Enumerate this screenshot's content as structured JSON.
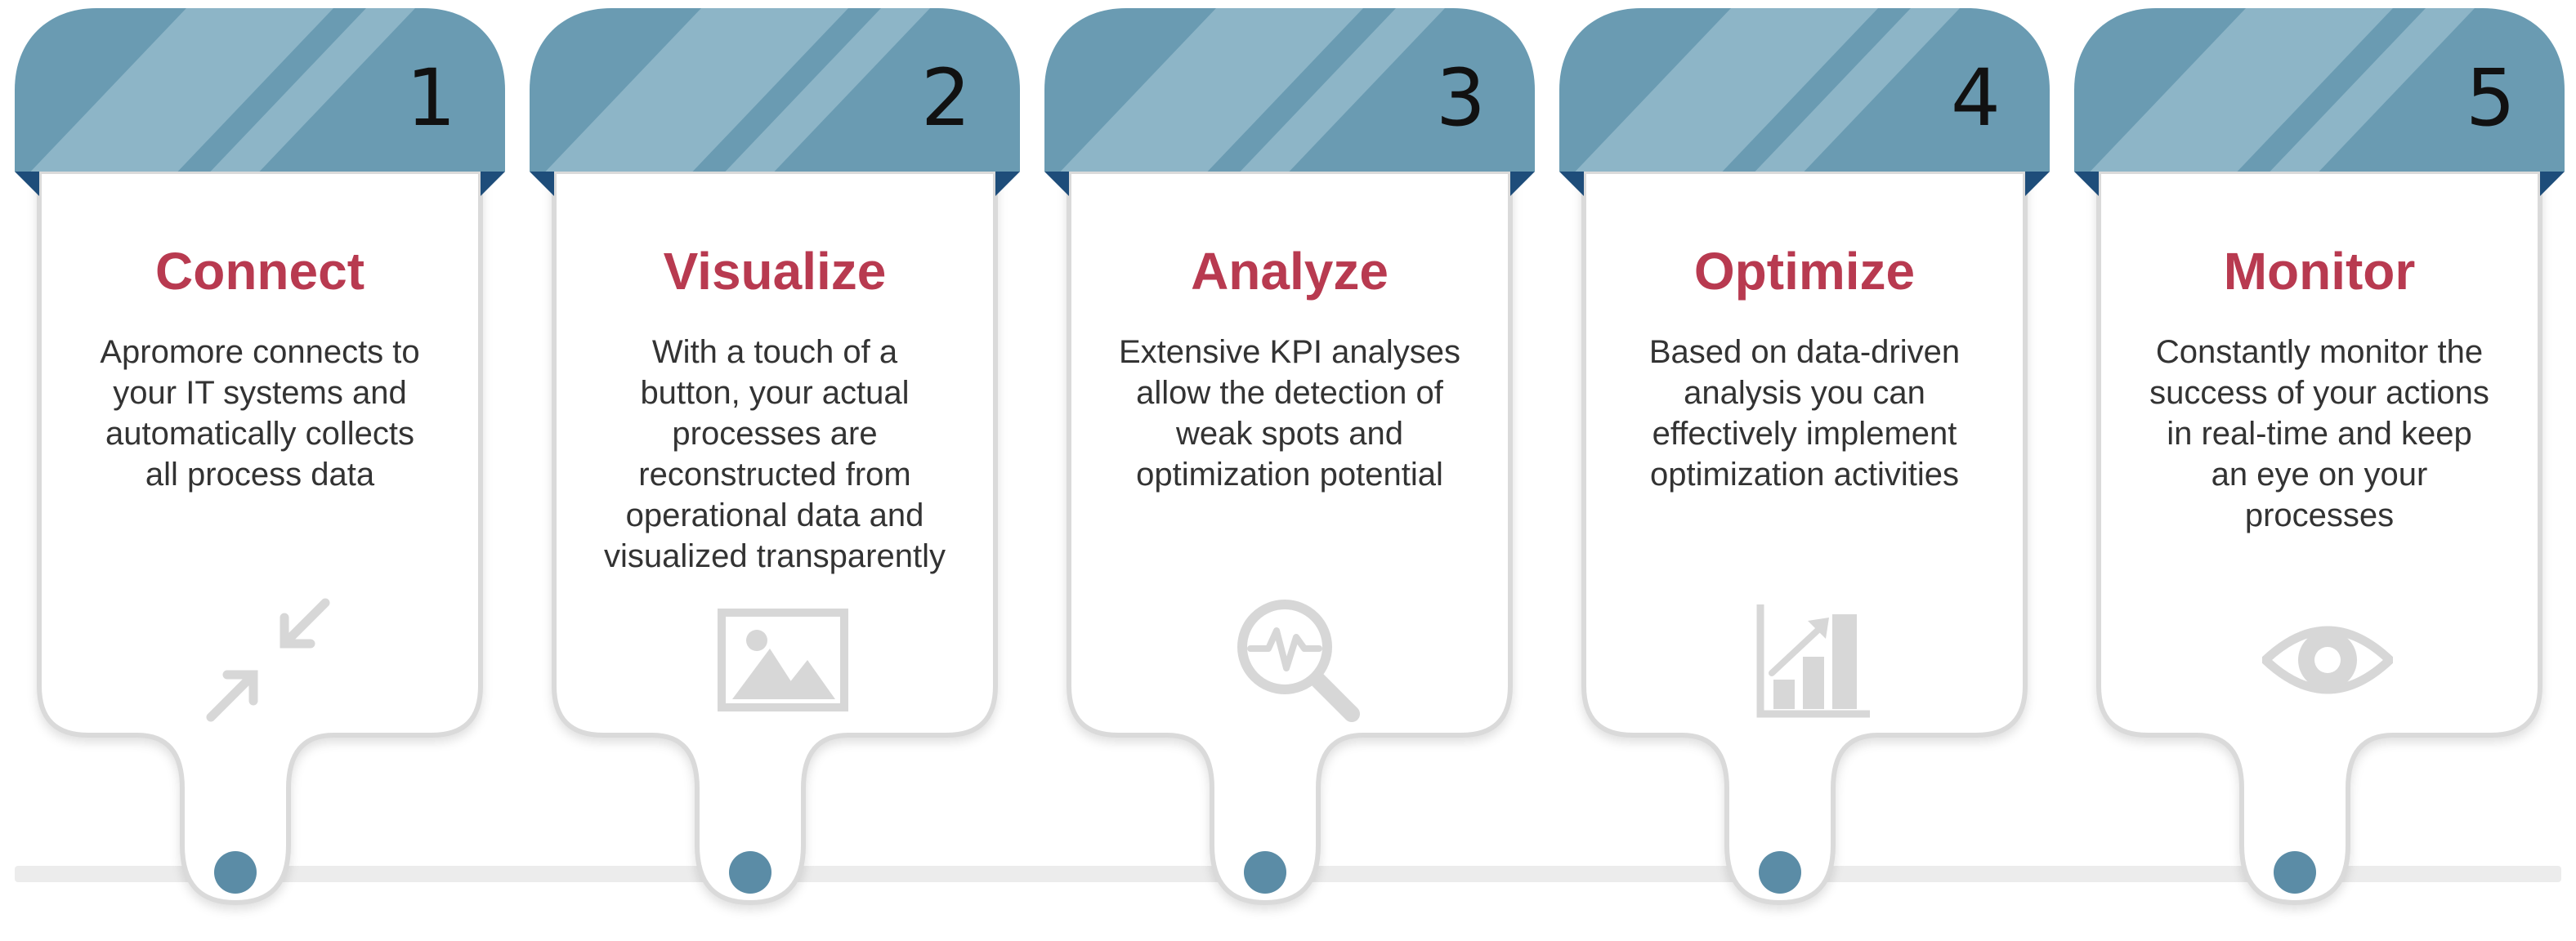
{
  "colors": {
    "header": "#6a9bb2",
    "stripe": "#8db5c7",
    "accent_dark": "#1e4d7a",
    "title": "#b83a50",
    "icon": "#d7d7d7",
    "dot": "#5b8ca6",
    "timeline": "#ececec"
  },
  "steps": [
    {
      "number": "1",
      "title": "Connect",
      "lines": [
        "Apromore connects to",
        "your IT systems and",
        "automatically collects",
        "all process data"
      ],
      "icon": "compress-arrows-icon"
    },
    {
      "number": "2",
      "title": "Visualize",
      "lines": [
        "With a touch of a",
        "button, your actual",
        "processes are",
        "reconstructed from",
        "operational data and",
        "visualized transparently"
      ],
      "icon": "image-icon"
    },
    {
      "number": "3",
      "title": "Analyze",
      "lines": [
        "Extensive KPI analyses",
        "allow the detection of",
        "weak spots and",
        "optimization potential"
      ],
      "icon": "magnifier-pulse-icon"
    },
    {
      "number": "4",
      "title": "Optimize",
      "lines": [
        "Based on data-driven",
        "analysis you can",
        "effectively implement",
        "optimization activities"
      ],
      "icon": "growth-chart-icon"
    },
    {
      "number": "5",
      "title": "Monitor",
      "lines": [
        "Constantly monitor the",
        "success of your actions",
        "in real-time and keep",
        "an eye on your",
        "processes"
      ],
      "icon": "eye-icon"
    }
  ]
}
